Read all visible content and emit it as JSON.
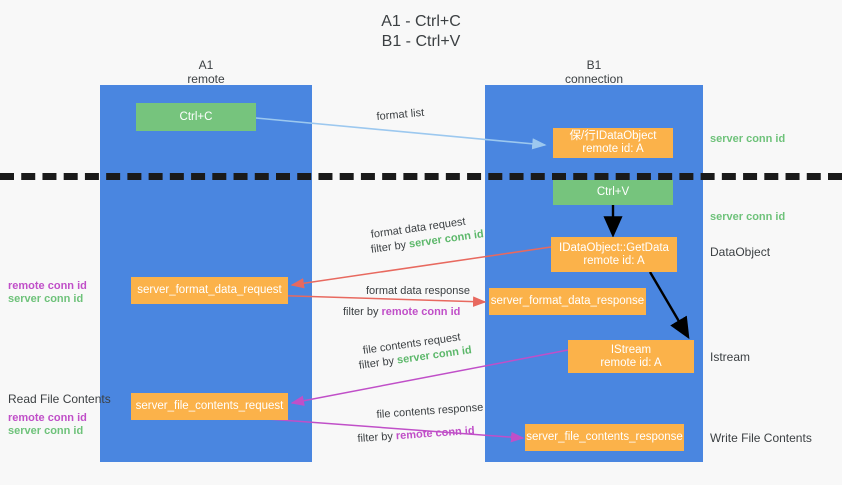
{
  "title": {
    "line1": "A1 - Ctrl+C",
    "line2": "B1 - Ctrl+V"
  },
  "colors": {
    "lane": "#4a86e0",
    "green_box": "#76c47d",
    "orange_box": "#fbb24a",
    "server_conn": "#6ec27a",
    "remote_conn": "#c04fc8",
    "arrow_format_list": "#9cc8ef",
    "arrow_format_data": "#e8695f",
    "arrow_file_contents": "#c04fc8",
    "arrow_black": "#000000",
    "divider": "#1a1a1a"
  },
  "lanes": [
    {
      "id": "a1",
      "name": "A1",
      "sub": "remote"
    },
    {
      "id": "b1",
      "name": "B1",
      "sub": "connection"
    }
  ],
  "boxes": {
    "ctrl_c": {
      "label": "Ctrl+C"
    },
    "ctrl_v": {
      "label": "Ctrl+V"
    },
    "idataobject": {
      "label": "保/行IDataObject",
      "sub": "remote id: A"
    },
    "getdata": {
      "label": "IDataObject::GetData",
      "sub": "remote id: A"
    },
    "istream": {
      "label": "IStream",
      "sub": "remote id: A"
    },
    "format_data_request": {
      "label": "server_format_data_request"
    },
    "format_data_response": {
      "label": "server_format_data_response"
    },
    "file_contents_request": {
      "label": "server_file_contents_request"
    },
    "file_contents_response": {
      "label": "server_file_contents_response"
    }
  },
  "right_labels": [
    {
      "id": "server-conn-1",
      "text": "server conn id",
      "kind": "server"
    },
    {
      "id": "server-conn-2",
      "text": "server conn id",
      "kind": "server"
    },
    {
      "id": "dataobject",
      "text": "DataObject",
      "kind": "plain"
    },
    {
      "id": "istream",
      "text": "Istream",
      "kind": "plain"
    },
    {
      "id": "write-file-contents",
      "text": "Write File Contents",
      "kind": "plain"
    }
  ],
  "left_labels": {
    "mid_remote": "remote conn id",
    "mid_server": "server conn id",
    "read_file_contents": "Read File Contents",
    "bottom_remote": "remote conn id",
    "bottom_server": "server conn id"
  },
  "flows": [
    {
      "id": "format-list",
      "name": "format list",
      "filter_prefix": "",
      "filter_value": "",
      "filter_kind": ""
    },
    {
      "id": "format-data-request",
      "name": "format data request",
      "filter_prefix": "filter by ",
      "filter_value": "server conn id",
      "filter_kind": "server"
    },
    {
      "id": "format-data-response",
      "name": "format data response",
      "filter_prefix": "filter by ",
      "filter_value": "remote conn id",
      "filter_kind": "remote"
    },
    {
      "id": "file-contents-request",
      "name": "file contents request",
      "filter_prefix": "filter by ",
      "filter_value": "server conn id",
      "filter_kind": "server"
    },
    {
      "id": "file-contents-response",
      "name": "file contents response",
      "filter_prefix": "filter by ",
      "filter_value": "remote conn id",
      "filter_kind": "remote"
    }
  ]
}
